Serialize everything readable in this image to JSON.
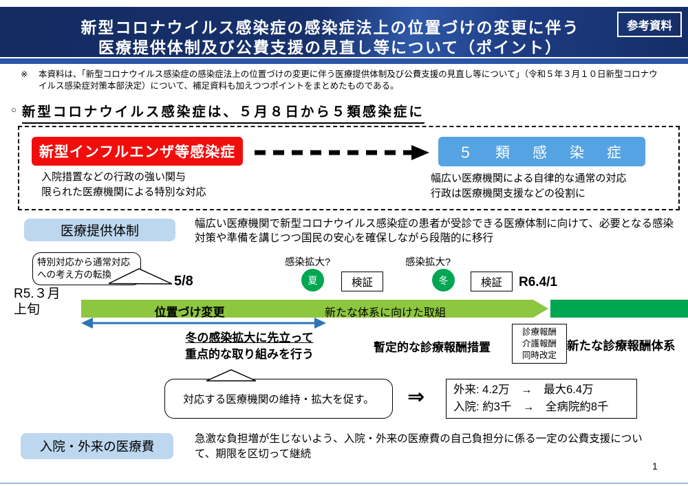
{
  "page": {
    "number": "1"
  },
  "header": {
    "title_line1": "新型コロナウイルス感染症の感染症法上の位置づけの変更に伴う",
    "title_line2": "医療提供体制及び公費支援の見直し等について（ポイント）",
    "badge": "参考資料"
  },
  "note": {
    "marker": "※",
    "text": "本資料は、「新型コロナウイルス感染症の感染症法上の位置づけの変更に伴う医療提供体制及び公費支援の見直し等について」（令和５年３月１０日新型コロナウイルス感染症対策本部決定）について、補足資料も加えつつポイントをまとめたものである。"
  },
  "section1": {
    "bullet": "○",
    "heading": "新型コロナウイルス感染症は、５月８日から５類感染症に"
  },
  "transition": {
    "from_label": "新型インフルエンザ等感染症",
    "from_desc1": "入院措置などの行政の強い関与",
    "from_desc2": "限られた医療機関による特別な対応",
    "to_label": "５　類　感　染　症",
    "to_desc1": "幅広い医療機関による自律的な通常の対応",
    "to_desc2": "行政は医療機関支援などの役割に"
  },
  "care_system": {
    "label": "医療提供体制",
    "description": "幅広い医療機関で新型コロナウイルス感染症の患者が受診できる医療体制に向けて、必要となる感染対策や準備を講じつつ国民の安心を確保しながら段階的に移行"
  },
  "timeline": {
    "callout": "特別対応から通常対応への考え方の転換",
    "start_line1": "R5.３月",
    "start_line2": "上旬",
    "date_change": "5/8",
    "spread_q1": "感染拡大?",
    "season1": "夏",
    "verify1": "検証",
    "spread_q2": "感染拡大?",
    "season2": "冬",
    "verify2": "検証",
    "date_end": "R6.4/1",
    "bar1_label": "位置づけ変更",
    "bar2_label": "新たな体系に向けた取組",
    "span_note_line1": "冬の感染拡大に先立って",
    "span_note_line2": "重点的な取り組みを行う",
    "interim_label": "暫定的な診療報酬措置",
    "revision_box": [
      "診療報酬",
      "介護報酬",
      "同時改定"
    ],
    "new_system_label": "新たな診療報酬体系",
    "bubble": "対応する医療機関の維持・拡大を促す。",
    "arrow_symbol": "⇒",
    "outpatient_line": "外来:  4.2万　→　最大6.4万",
    "inpatient_line": "入院:  約3千　→　全病院約8千"
  },
  "medical_costs": {
    "label": "入院・外来の医療費",
    "description": "急激な負担増が生じないよう、入院・外来の医療費の自己負担分に係る一定の公費支援について、期限を区切って継続"
  },
  "colors": {
    "header_navy": "#17316c",
    "header_strip": "#2b55a6",
    "red_box": "#f20d0d",
    "sky_blue_box": "#55a3e3",
    "label_light_blue": "#bdd7ee",
    "bar_light_green": "#8dc63f",
    "bar_dark_green": "#00a651",
    "arrow_blue": "#2e75b6"
  }
}
